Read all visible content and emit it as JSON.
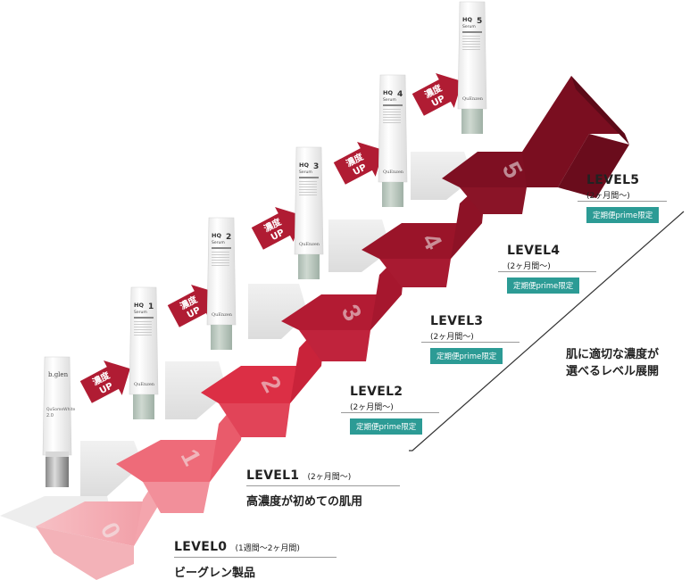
{
  "levels": [
    {
      "name": "LEVEL0",
      "duration": "(1週間〜2ヶ月間)",
      "desc": "ビーグレン製品",
      "step": "0"
    },
    {
      "name": "LEVEL1",
      "duration": "(2ヶ月間〜)",
      "desc": "高濃度が初めての肌用",
      "step": "1"
    },
    {
      "name": "LEVEL2",
      "duration": "(2ヶ月間〜)",
      "badge": "定期便prime限定",
      "step": "2"
    },
    {
      "name": "LEVEL3",
      "duration": "(2ヶ月間〜)",
      "badge": "定期便prime限定",
      "step": "3"
    },
    {
      "name": "LEVEL4",
      "duration": "(2ヶ月間〜)",
      "badge": "定期便prime限定",
      "step": "4"
    },
    {
      "name": "LEVEL5",
      "duration": "(2ヶ月間〜)",
      "badge": "定期便prime限定",
      "step": "5"
    }
  ],
  "arrows": [
    "濃度\nUP",
    "濃度\nUP",
    "濃度\nUP",
    "濃度\nUP",
    "濃度\nUP"
  ],
  "tubes": [
    {
      "brand": "b.glen",
      "line1": "QuSomeWhite",
      "line2": "2.0"
    },
    {
      "line1": "HQ",
      "line2": "Serum",
      "num": "1",
      "brand": "QuEnzen"
    },
    {
      "line1": "HQ",
      "line2": "Serum",
      "num": "2",
      "brand": "QuEnzen"
    },
    {
      "line1": "HQ",
      "line2": "Serum",
      "num": "3",
      "brand": "QuEnzen"
    },
    {
      "line1": "HQ",
      "line2": "Serum",
      "num": "4",
      "brand": "QuEnzen"
    },
    {
      "line1": "HQ",
      "line2": "Serum",
      "num": "5",
      "brand": "QuEnzen"
    }
  ],
  "caption": {
    "line1": "肌に適切な濃度が",
    "line2": "選べるレベル展開"
  },
  "colors": {
    "step0": "#f4a3a9",
    "step1": "#ef6f7d",
    "step2": "#dc2f45",
    "step3": "#b31b33",
    "step4": "#9a1429",
    "step5": "#7e0f22",
    "stairs_gray": "#e8e8e8",
    "badge": "#2c9b95",
    "arrow": "#b01c33"
  }
}
